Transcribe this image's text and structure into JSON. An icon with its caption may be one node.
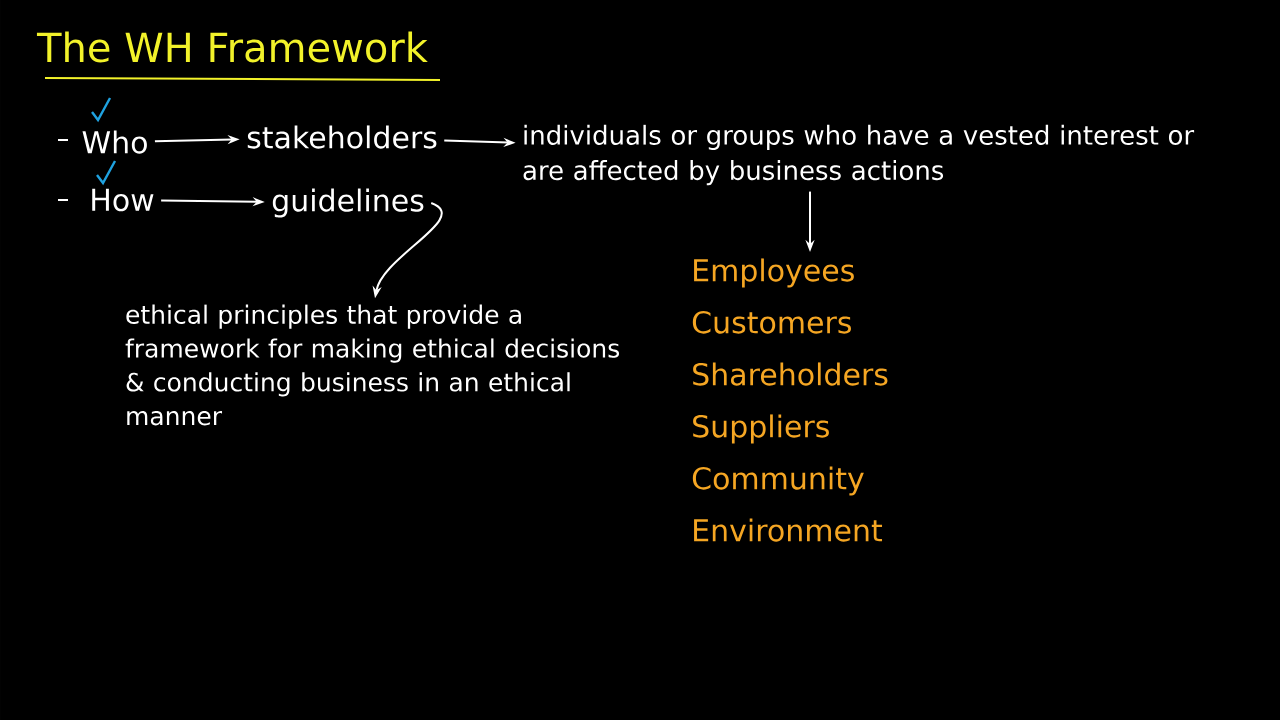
{
  "diagram": {
    "title": "The WH Framework",
    "nodes": [
      {
        "text": [
          "Who"
        ]
      },
      {
        "text": [
          "stakeholders"
        ]
      },
      {
        "text": [
          "individuals or groups who have a vested interest or are affected by business actions"
        ]
      },
      {
        "text": [
          "How"
        ]
      },
      {
        "text": [
          "guidelines"
        ]
      },
      {
        "text": [
          "ethical principles that provide a framework for making ethical decisions & conducting business in an ethical manner"
        ]
      },
      {
        "text": [
          "Employees",
          "Customers",
          "Shareholders",
          "Suppliers",
          "Community",
          "Environment"
        ]
      }
    ],
    "edges": [
      {
        "from": 0,
        "to": 1,
        "arrow": "to"
      },
      {
        "from": 1,
        "to": 2,
        "arrow": "to"
      },
      {
        "from": 3,
        "to": 4,
        "arrow": "to"
      },
      {
        "from": 4,
        "to": 5,
        "arrow": "to"
      },
      {
        "from": 2,
        "to": 6,
        "arrow": "to"
      }
    ]
  }
}
